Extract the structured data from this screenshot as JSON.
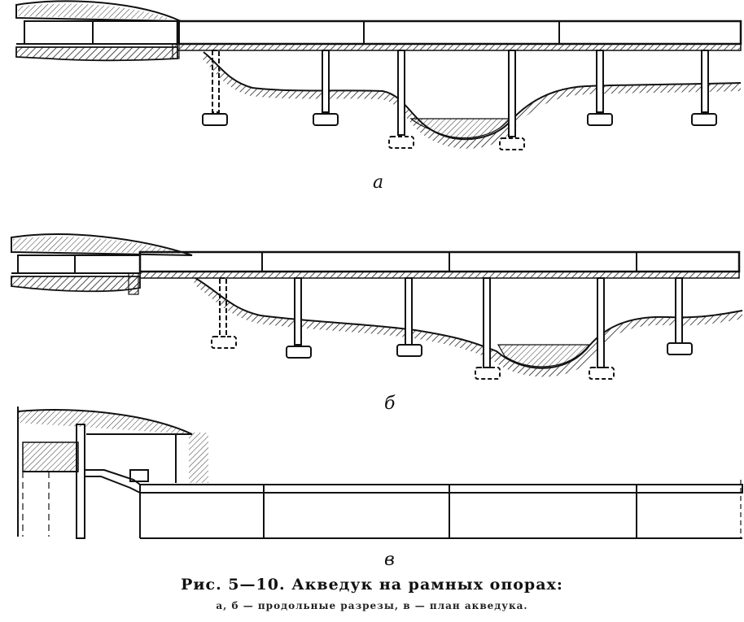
{
  "figure": {
    "panels": [
      {
        "label": "а"
      },
      {
        "label": "б"
      },
      {
        "label": "в"
      }
    ],
    "caption": "Рис. 5—10. Акведук на рамных опорах:",
    "subcaption": "а, б — продольные разрезы, в — план акведука."
  }
}
